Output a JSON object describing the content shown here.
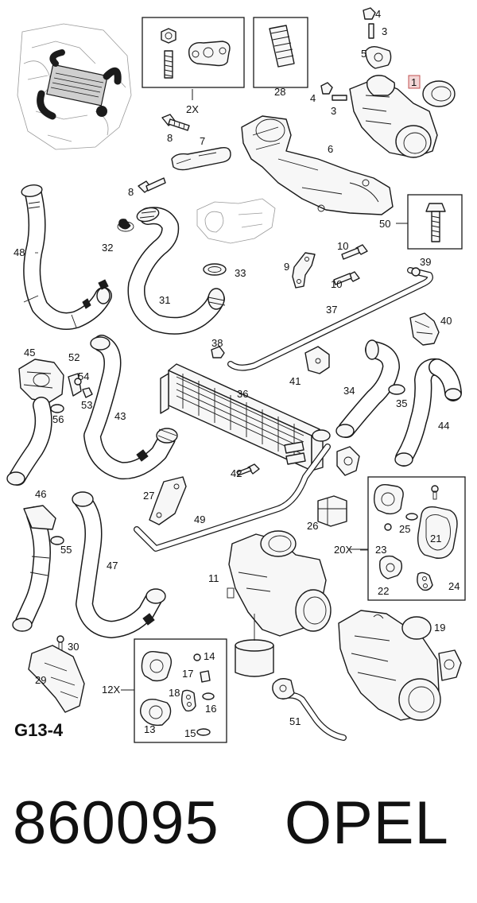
{
  "diagram": {
    "reference": "G13-4",
    "part_number": "860095",
    "brand": "OPEL",
    "labels": {
      "l1": "1",
      "l2x": "2X",
      "l3a": "3",
      "l3b": "3",
      "l4a": "4",
      "l4b": "4",
      "l5": "5",
      "l6": "6",
      "l7": "7",
      "l8a": "8",
      "l8b": "8",
      "l9": "9",
      "l10a": "10",
      "l10b": "10",
      "l11": "11",
      "l12x": "12X",
      "l13": "13",
      "l14": "14",
      "l15": "15",
      "l16": "16",
      "l17": "17",
      "l18": "18",
      "l19": "19",
      "l20x": "20X",
      "l21": "21",
      "l22": "22",
      "l23": "23",
      "l24": "24",
      "l25": "25",
      "l26": "26",
      "l27": "27",
      "l28": "28",
      "l29": "29",
      "l30": "30",
      "l31": "31",
      "l32": "32",
      "l33": "33",
      "l34": "34",
      "l35": "35",
      "l36": "36",
      "l37": "37",
      "l38": "38",
      "l39": "39",
      "l40": "40",
      "l41": "41",
      "l42": "42",
      "l43": "43",
      "l44": "44",
      "l45": "45",
      "l46": "46",
      "l47": "47",
      "l48": "48",
      "l49": "49",
      "l50": "50",
      "l51": "51",
      "l52": "52",
      "l53": "53",
      "l54": "54",
      "l55": "55",
      "l56": "56"
    }
  }
}
